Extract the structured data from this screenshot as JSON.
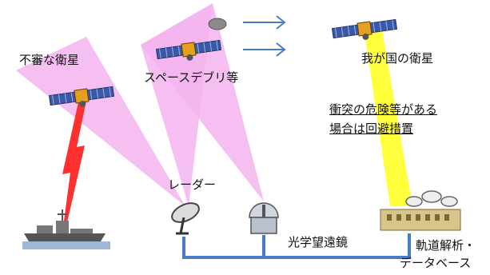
{
  "labels": {
    "suspicious_satellite": "不審な衛星",
    "space_debris": "スペースデブリ等",
    "our_satellite": "我が国の衛星",
    "collision_note_line1": "衝突の危険等がある",
    "collision_note_line2": "場合は回避措置",
    "radar": "レーダー",
    "optical_telescope": "光学望遠鏡",
    "orbit_analysis_line1": "軌道解析・",
    "orbit_analysis_line2": "データベース"
  },
  "colors": {
    "radar_beam": "#f4b4f0",
    "telescope_beam": "#ffff3c",
    "lightning": "#ff3030",
    "network_line": "#4a7cc4",
    "debris_arrow": "#4a7cc4",
    "satellite_panel": "#3a5aa8",
    "satellite_body": "#e6a020"
  },
  "icons": {
    "satellite": "satellite-icon",
    "debris": "debris-icon",
    "ship": "ship-icon",
    "radar_dish": "radar-dish-icon",
    "observatory_dome": "observatory-dome-icon",
    "ground_station": "ground-station-icon"
  }
}
